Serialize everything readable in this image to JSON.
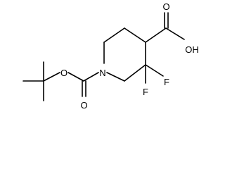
{
  "molecule": {
    "atom_labels": {
      "carboxyl_oxygen_top": "O",
      "hydroxyl": "OH",
      "nitrogen": "N",
      "ester_oxygen": "O",
      "carbamate_oxygen_bottom": "O",
      "fluorine_1": "F",
      "fluorine_2": "F"
    }
  }
}
